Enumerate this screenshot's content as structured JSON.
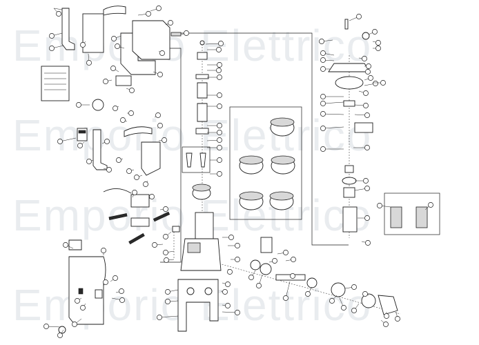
{
  "watermark": {
    "rows": [
      "Emporio Elettrico",
      "Emporio Elettrico",
      "Emporio Elettrico",
      "Emporio Elettrico"
    ],
    "color": "#e9ecef"
  },
  "diagram": {
    "background": "#ffffff",
    "line_color": "#1a1a1a",
    "callout_labels": [
      "",
      "",
      "",
      "",
      "",
      "",
      "",
      "",
      "",
      "",
      "",
      "",
      "",
      "",
      "",
      "",
      "",
      "",
      "",
      "",
      "",
      "",
      "",
      "",
      "",
      "",
      "",
      "",
      "",
      "",
      "",
      "",
      "",
      "",
      "",
      "",
      "",
      "",
      "",
      "",
      "",
      "",
      "",
      "",
      "",
      "",
      "",
      "",
      "",
      "",
      "",
      "",
      "",
      "",
      "",
      "",
      "",
      "",
      "",
      "",
      "",
      "",
      "",
      "",
      "",
      "",
      "",
      "",
      "",
      "",
      "",
      "",
      "",
      "",
      "",
      "",
      "",
      "",
      "",
      "",
      "",
      "",
      "",
      "",
      "",
      "",
      "",
      "",
      "",
      "",
      "",
      "",
      "",
      "",
      "",
      "",
      "",
      "",
      "",
      "",
      "",
      "",
      "",
      "",
      "",
      "",
      "",
      "",
      "",
      "",
      "",
      "",
      "",
      "",
      "",
      "",
      "",
      "",
      "",
      "",
      "",
      "",
      "",
      "",
      "",
      "",
      "",
      "",
      "",
      "",
      "",
      ""
    ],
    "coil_labels": [
      "",
      "",
      "",
      "",
      "",
      "",
      ""
    ]
  }
}
